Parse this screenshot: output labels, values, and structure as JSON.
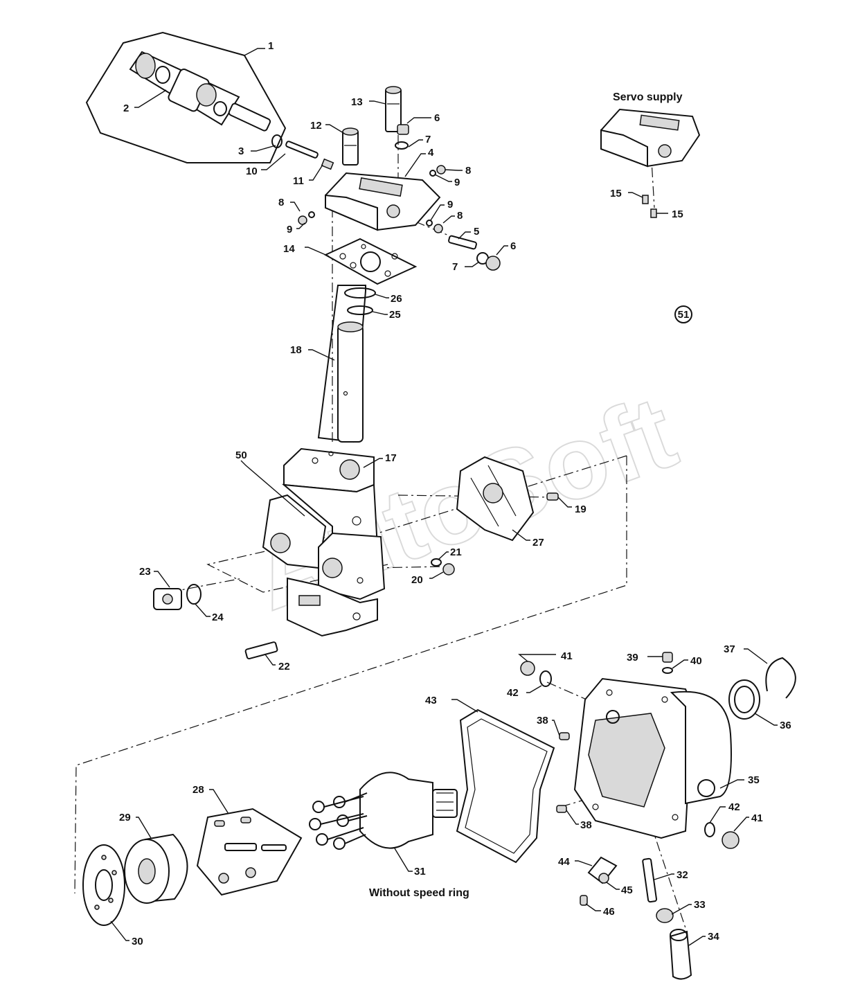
{
  "captions": {
    "servo_supply": "Servo supply",
    "without_speed_ring": "Without speed ring",
    "group_ref": "51"
  },
  "watermark": "AutoSoft",
  "callouts": [
    {
      "id": "c1",
      "label": "1"
    },
    {
      "id": "c2",
      "label": "2"
    },
    {
      "id": "c3",
      "label": "3"
    },
    {
      "id": "c4",
      "label": "4"
    },
    {
      "id": "c5",
      "label": "5"
    },
    {
      "id": "c6a",
      "label": "6"
    },
    {
      "id": "c6b",
      "label": "6"
    },
    {
      "id": "c7a",
      "label": "7"
    },
    {
      "id": "c7b",
      "label": "7"
    },
    {
      "id": "c8a",
      "label": "8"
    },
    {
      "id": "c8b",
      "label": "8"
    },
    {
      "id": "c8c",
      "label": "8"
    },
    {
      "id": "c9a",
      "label": "9"
    },
    {
      "id": "c9b",
      "label": "9"
    },
    {
      "id": "c9c",
      "label": "9"
    },
    {
      "id": "c10",
      "label": "10"
    },
    {
      "id": "c11",
      "label": "11"
    },
    {
      "id": "c12",
      "label": "12"
    },
    {
      "id": "c13",
      "label": "13"
    },
    {
      "id": "c14",
      "label": "14"
    },
    {
      "id": "c15a",
      "label": "15"
    },
    {
      "id": "c15b",
      "label": "15"
    },
    {
      "id": "c17",
      "label": "17"
    },
    {
      "id": "c18",
      "label": "18"
    },
    {
      "id": "c19",
      "label": "19"
    },
    {
      "id": "c20",
      "label": "20"
    },
    {
      "id": "c21",
      "label": "21"
    },
    {
      "id": "c22",
      "label": "22"
    },
    {
      "id": "c23",
      "label": "23"
    },
    {
      "id": "c24",
      "label": "24"
    },
    {
      "id": "c25",
      "label": "25"
    },
    {
      "id": "c26",
      "label": "26"
    },
    {
      "id": "c27",
      "label": "27"
    },
    {
      "id": "c28",
      "label": "28"
    },
    {
      "id": "c29",
      "label": "29"
    },
    {
      "id": "c30",
      "label": "30"
    },
    {
      "id": "c31",
      "label": "31"
    },
    {
      "id": "c32",
      "label": "32"
    },
    {
      "id": "c33",
      "label": "33"
    },
    {
      "id": "c34",
      "label": "34"
    },
    {
      "id": "c35",
      "label": "35"
    },
    {
      "id": "c36",
      "label": "36"
    },
    {
      "id": "c37",
      "label": "37"
    },
    {
      "id": "c38a",
      "label": "38"
    },
    {
      "id": "c38b",
      "label": "38"
    },
    {
      "id": "c39",
      "label": "39"
    },
    {
      "id": "c40",
      "label": "40"
    },
    {
      "id": "c41a",
      "label": "41"
    },
    {
      "id": "c41b",
      "label": "41"
    },
    {
      "id": "c42a",
      "label": "42"
    },
    {
      "id": "c42b",
      "label": "42"
    },
    {
      "id": "c43",
      "label": "43"
    },
    {
      "id": "c44",
      "label": "44"
    },
    {
      "id": "c45",
      "label": "45"
    },
    {
      "id": "c46",
      "label": "46"
    },
    {
      "id": "c50",
      "label": "50"
    }
  ]
}
